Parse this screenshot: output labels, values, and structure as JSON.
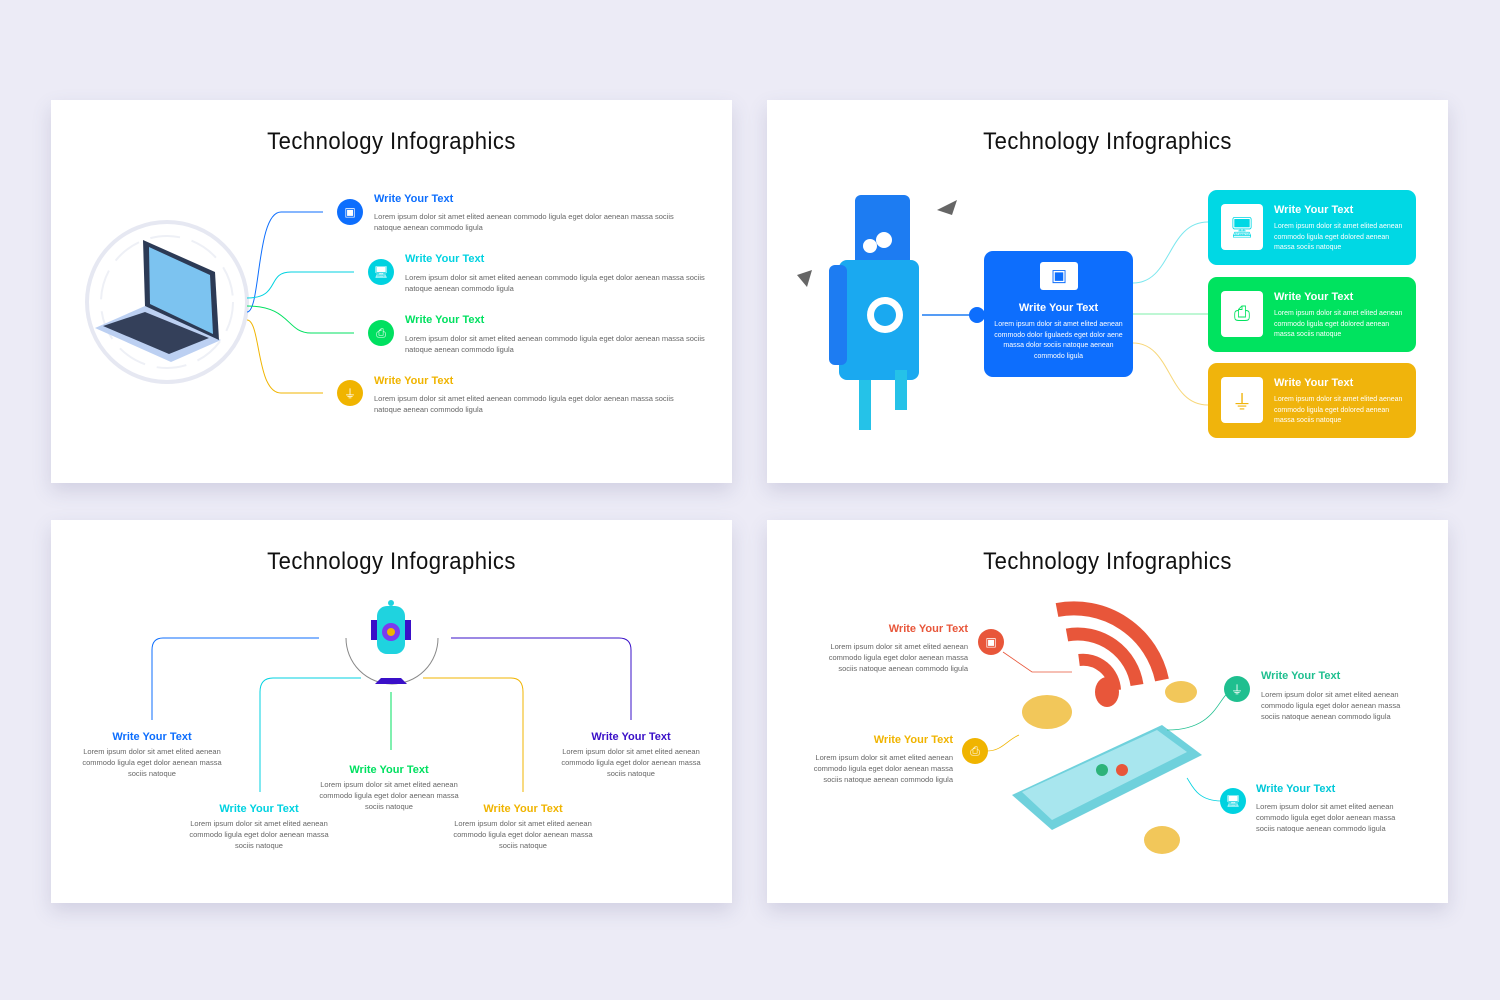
{
  "colors": {
    "blue": "#0d6efd",
    "cyan": "#00d2e0",
    "green": "#00e060",
    "yellow": "#f0b400",
    "indigo": "#3a10c8",
    "red": "#e8563a",
    "teal": "#1fbf8f"
  },
  "slides": [
    {
      "title": "Technology Infographics",
      "items": [
        {
          "heading": "Write Your Text",
          "body": "Lorem ipsum dolor sit amet elited aenean commodo ligula eget dolor aenean massa sociis natoque aenean commodo ligula",
          "icon": "cpu-icon"
        },
        {
          "heading": "Write Your Text",
          "body": "Lorem ipsum dolor sit amet elited aenean commodo ligula eget dolor aenean massa sociis natoque aenean commodo ligula",
          "icon": "desktop-icon"
        },
        {
          "heading": "Write Your Text",
          "body": "Lorem ipsum dolor sit amet elited aenean commodo ligula eget dolor aenean massa sociis natoque aenean commodo ligula",
          "icon": "printer-icon"
        },
        {
          "heading": "Write Your Text",
          "body": "Lorem ipsum dolor sit amet elited aenean commodo ligula eget dolor aenean massa sociis natoque aenean commodo ligula",
          "icon": "usb-cable-icon"
        }
      ]
    },
    {
      "title": "Technology Infographics",
      "center": {
        "heading": "Write Your Text",
        "body": "Lorem ipsum dolor sit amet elited aenean commodo dolor ligulaeds eget dolor aene massa dolor sociis natoque aenean commodo ligula",
        "icon": "cpu-icon"
      },
      "items": [
        {
          "heading": "Write Your Text",
          "body": "Lorem ipsum dolor sit amet elited aenean commodo ligula eget dolored aenean massa sociis natoque",
          "icon": "desktop-icon"
        },
        {
          "heading": "Write Your Text",
          "body": "Lorem ipsum dolor sit amet elited aenean commodo ligula eget dolored aenean massa sociis natoque",
          "icon": "printer-icon"
        },
        {
          "heading": "Write Your Text",
          "body": "Lorem ipsum dolor sit amet elited aenean commodo ligula eget dolored aenean massa sociis natoque",
          "icon": "usb-cable-icon"
        }
      ]
    },
    {
      "title": "Technology Infographics",
      "items": [
        {
          "heading": "Write Your Text",
          "body": "Lorem ipsum dolor sit amet elited aenean commodo ligula eget dolor aenean massa sociis natoque"
        },
        {
          "heading": "Write Your Text",
          "body": "Lorem ipsum dolor sit amet elited aenean commodo ligula eget dolor aenean massa sociis natoque"
        },
        {
          "heading": "Write Your Text",
          "body": "Lorem ipsum dolor sit amet elited aenean commodo ligula eget dolor aenean massa sociis natoque"
        },
        {
          "heading": "Write Your Text",
          "body": "Lorem ipsum dolor sit amet elited aenean commodo ligula eget dolor aenean massa sociis natoque"
        },
        {
          "heading": "Write Your Text",
          "body": "Lorem ipsum dolor sit amet elited aenean commodo ligula eget dolor aenean massa sociis natoque"
        }
      ]
    },
    {
      "title": "Technology Infographics",
      "items": [
        {
          "heading": "Write Your Text",
          "body": "Lorem ipsum dolor sit amet elited aenean commodo ligula eget dolor aenean massa sociis natoque aenean commodo ligula",
          "icon": "cpu-icon"
        },
        {
          "heading": "Write Your Text",
          "body": "Lorem ipsum dolor sit amet elited aenean commodo ligula eget dolor aenean massa sociis natoque aenean commodo ligula",
          "icon": "printer-icon"
        },
        {
          "heading": "Write Your Text",
          "body": "Lorem ipsum dolor sit amet elited aenean commodo ligula eget dolor aenean massa sociis natoque aenean commodo ligula",
          "icon": "usb-cable-icon"
        },
        {
          "heading": "Write Your Text",
          "body": "Lorem ipsum dolor sit amet elited aenean commodo ligula eget dolor aenean massa sociis natoque aenean commodo ligula",
          "icon": "desktop-icon"
        }
      ]
    }
  ]
}
